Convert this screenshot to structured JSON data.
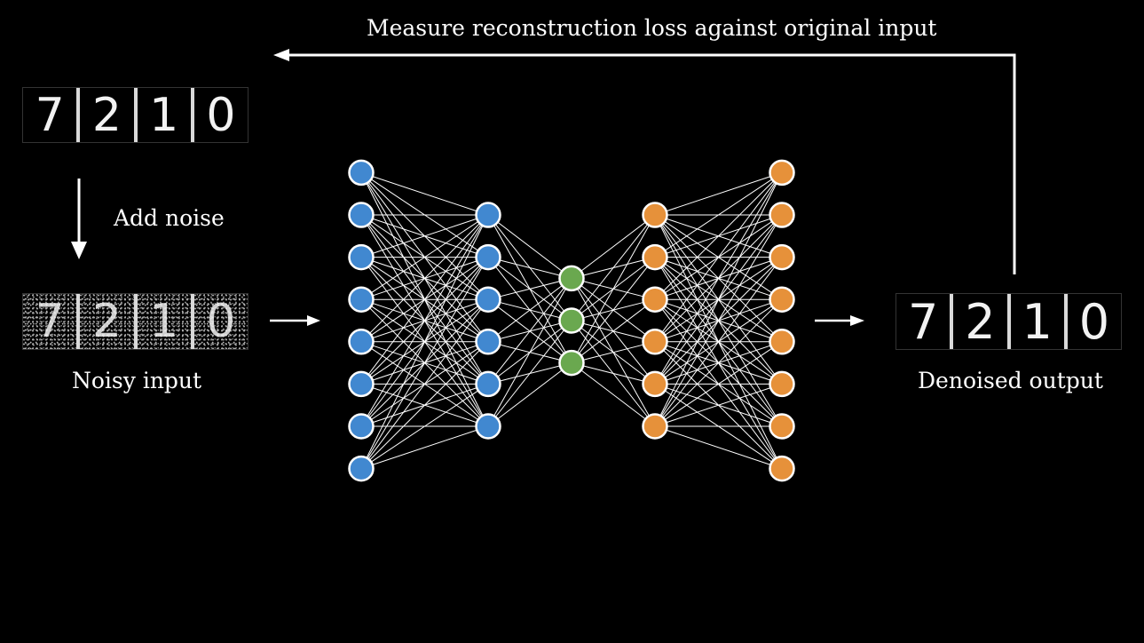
{
  "labels": {
    "feedback": "Measure reconstruction loss against original input",
    "add_noise": "Add noise",
    "noisy_input": "Noisy input",
    "denoised_output": "Denoised output"
  },
  "digits": {
    "original": [
      "7",
      "2",
      "1",
      "0"
    ],
    "noisy": [
      "7",
      "2",
      "1",
      "0"
    ],
    "denoised": [
      "7",
      "2",
      "1",
      "0"
    ]
  },
  "network": {
    "layers": [
      {
        "name": "input",
        "count": 8,
        "color": "#4188d0"
      },
      {
        "name": "encoder-hidden",
        "count": 6,
        "color": "#4188d0"
      },
      {
        "name": "bottleneck",
        "count": 3,
        "color": "#6aa84f"
      },
      {
        "name": "decoder-hidden",
        "count": 6,
        "color": "#e6913a"
      },
      {
        "name": "output",
        "count": 8,
        "color": "#e6913a"
      }
    ],
    "edge_color": "#ffffff",
    "node_stroke": "#ffffff"
  },
  "colors": {
    "background": "#000000",
    "text": "#ffffff",
    "arrow": "#ffffff"
  }
}
